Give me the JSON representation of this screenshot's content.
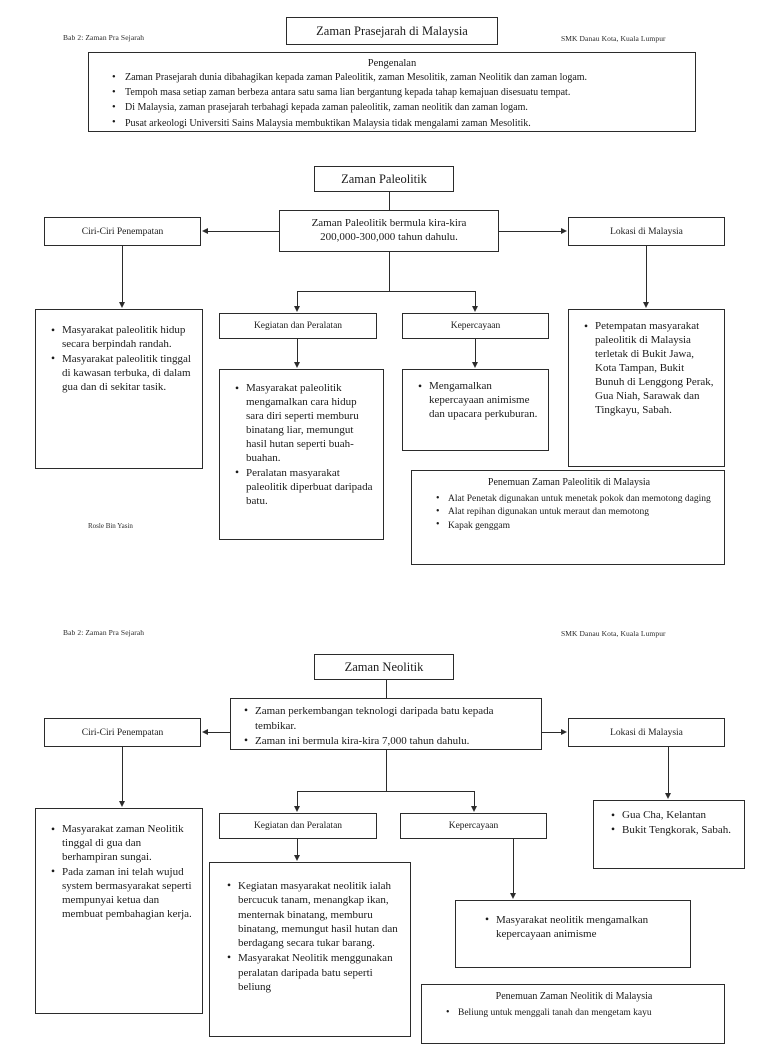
{
  "document": {
    "header_left": "Bab 2: Zaman Pra Sejarah",
    "header_right": "SMK Danau Kota, Kuala Lumpur",
    "footer_author": "Rosle Bin Yasin"
  },
  "main_title": "Zaman Prasejarah di Malaysia",
  "pengenalan": {
    "title": "Pengenalan",
    "points": [
      "Zaman Prasejarah dunia dibahagikan kepada zaman Paleolitik, zaman Mesolitik, zaman Neolitik dan zaman logam.",
      "Tempoh masa setiap zaman berbeza antara satu sama lian bergantung kepada tahap kemajuan disesuatu tempat.",
      "Di Malaysia, zaman prasejarah terbahagi kepada zaman paleolitik, zaman neolitik dan zaman logam.",
      "Pusat arkeologi Universiti Sains Malaysia membuktikan Malaysia tidak mengalami zaman Mesolitik."
    ]
  },
  "paleolitik": {
    "title": "Zaman Paleolitik",
    "statement_line1": "Zaman Paleolitik bermula kira-kira",
    "statement_line2": "200,000-300,000 tahun dahulu.",
    "ciri_label": "Ciri-Ciri Penempatan",
    "lokasi_label": "Lokasi di Malaysia",
    "kegiatan_label": "Kegiatan dan Peralatan",
    "kepercayaan_label": "Kepercayaan",
    "ciri_points": [
      "Masyarakat paleolitik hidup secara berpindah randah.",
      "Masyarakat paleolitik tinggal di kawasan terbuka, di dalam gua dan di sekitar tasik."
    ],
    "kegiatan_points": [
      "Masyarakat paleolitik mengamalkan cara hidup sara diri seperti memburu binatang liar, memungut hasil hutan seperti buah-buahan.",
      "Peralatan masyarakat paleolitik diperbuat daripada batu."
    ],
    "kepercayaan_points": [
      "Mengamalkan kepercayaan animisme dan upacara perkuburan."
    ],
    "lokasi_points": [
      "Petempatan masyarakat paleolitik di Malaysia terletak di Bukit Jawa, Kota Tampan, Bukit Bunuh di Lenggong Perak, Gua Niah, Sarawak dan Tingkayu, Sabah."
    ],
    "penemuan_title": "Penemuan Zaman Paleolitik di Malaysia",
    "penemuan_points": [
      "Alat Penetak digunakan untuk menetak pokok dan memotong daging",
      "Alat repihan digunakan untuk meraut dan memotong",
      "Kapak genggam"
    ]
  },
  "neolitik": {
    "title": "Zaman Neolitik",
    "statement_points": [
      "Zaman perkembangan teknologi daripada batu kepada tembikar.",
      "Zaman ini bermula kira-kira 7,000 tahun dahulu."
    ],
    "ciri_label": "Ciri-Ciri Penempatan",
    "lokasi_label": "Lokasi di Malaysia",
    "kegiatan_label": "Kegiatan dan Peralatan",
    "kepercayaan_label": "Kepercayaan",
    "ciri_points": [
      "Masyarakat zaman Neolitik tinggal di gua dan berhampiran sungai.",
      "Pada zaman ini telah wujud system bermasyarakat seperti mempunyai ketua dan membuat pembahagian kerja."
    ],
    "kegiatan_points": [
      "Kegiatan masyarakat neolitik ialah bercucuk tanam, menangkap ikan, menternak binatang, memburu binatang, memungut hasil hutan dan berdagang secara tukar barang.",
      "Masyarakat Neolitik menggunakan peralatan daripada batu seperti beliung"
    ],
    "kepercayaan_points": [
      "Masyarakat neolitik mengamalkan kepercayaan animisme"
    ],
    "lokasi_points": [
      "Gua Cha, Kelantan",
      "Bukit Tengkorak, Sabah."
    ],
    "penemuan_title": "Penemuan Zaman Neolitik di Malaysia",
    "penemuan_points": [
      "Beliung untuk menggali tanah dan mengetam kayu"
    ]
  }
}
